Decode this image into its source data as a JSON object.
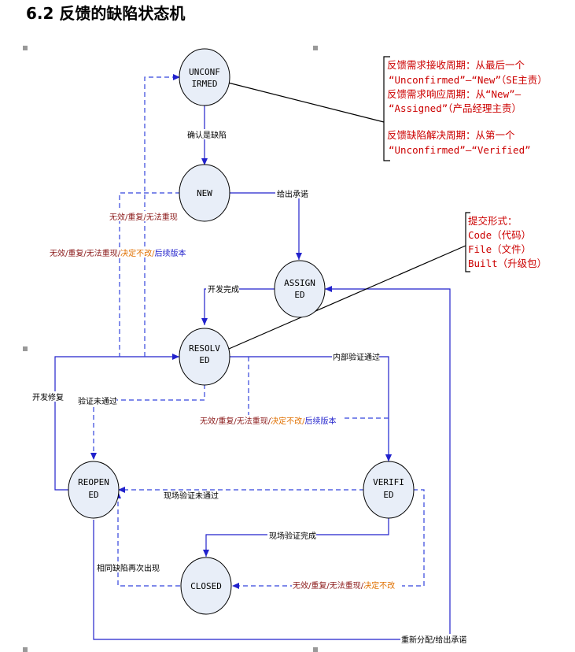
{
  "title": "6.2  反馈的缺陷状态机",
  "states": {
    "unconfirmed": [
      "UNCONF",
      "IRMED"
    ],
    "new": [
      "NEW"
    ],
    "assigned": [
      "ASSIGN",
      "ED"
    ],
    "resolved": [
      "RESOLV",
      "ED"
    ],
    "reopened": [
      "REOPEN",
      "ED"
    ],
    "verified": [
      "VERIFI",
      "ED"
    ],
    "closed": [
      "CLOSED"
    ]
  },
  "edges": {
    "confirm": "确认是缺陷",
    "commit": "给出承诺",
    "dev_done": "开发完成",
    "internal_pass": "内部验证通过",
    "dev_fix": "开发修复",
    "verify_fail": "验证未通过",
    "onsite_fail": "现场验证未通过",
    "onsite_done": "现场验证完成",
    "same_defect": "相同缺陷再次出现",
    "reassign": "重新分配/给出承诺",
    "invalid_new": "无效/重复/无法重现",
    "invalid_resolved": {
      "a": "无效/重复/无法重现/",
      "b": "决定不改/",
      "c": "后续版本"
    },
    "invalid_verified": {
      "a": "无效/重复/无法重现/",
      "b": "决定不改/",
      "c": "后续版本"
    },
    "invalid_closed": {
      "a": "无效/重复/无法重现/",
      "b": "决定不改"
    }
  },
  "notes": {
    "cycle_note": [
      "反馈需求接收周期：从最后一个",
      "“Unconfirmed”—“New”（SE主责）",
      "反馈需求响应周期：从“New”—",
      "“Assigned”（产品经理主责）",
      "反馈缺陷解决周期：从第一个",
      "“Unconfirmed”—“Verified”"
    ],
    "submit_note": [
      "提交形式：",
      "Code（代码）",
      "File（文件）",
      "Built（升级包）"
    ]
  },
  "colors": {
    "state_fill": "#e8eef8",
    "flow_line": "#2222cc",
    "note_text": "#cc0000",
    "warn_text": "#8b1a1a",
    "decide_text": "#e07000",
    "later_text": "#2222cc"
  }
}
